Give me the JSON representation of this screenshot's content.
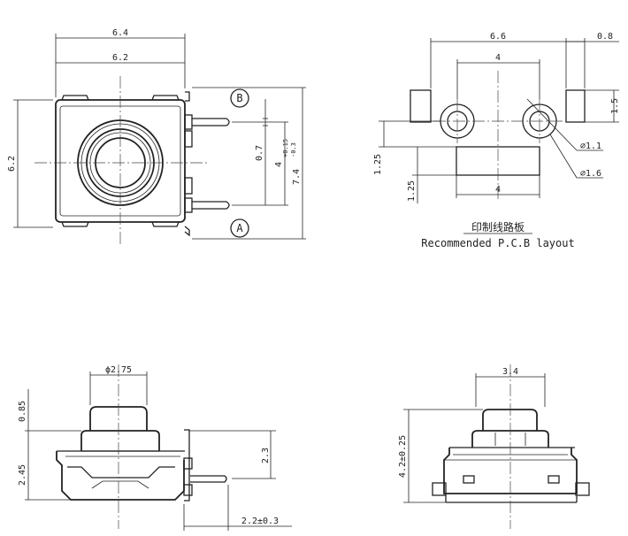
{
  "top_view": {
    "dim_width_outer": "6.4",
    "dim_width_inner": "6.2",
    "dim_height": "6.2",
    "dim_pin_height": "0.7",
    "dim_pitch": "4",
    "dim_total": "7.4",
    "dim_total_tol_upper": "+0.15",
    "dim_total_tol_lower": "-0.3",
    "terminal_b": "B",
    "terminal_a": "A"
  },
  "pcb_layout": {
    "dim_span": "6.6",
    "dim_pad_ext": "0.8",
    "dim_hole_pitch": "4",
    "dim_pad_height": "1.5",
    "dim_hole_offset": "1.25",
    "dim_pad_offset": "1.25",
    "dim_center_pad": "4",
    "dim_hole_small": "⌀1.1",
    "dim_hole_large": "⌀1.6",
    "caption_cn": "印制线路板",
    "caption_en": "Recommended P.C.B layout"
  },
  "side_view": {
    "dim_plunger_dia": "ϕ2.75",
    "dim_plunger_height": "0.85",
    "dim_body_height": "2.45",
    "dim_terminal_height": "2.3",
    "dim_terminal_len": "2.2±0.3"
  },
  "front_view": {
    "dim_plunger_width": "3.4",
    "dim_total_height": "4.2±0.25"
  }
}
